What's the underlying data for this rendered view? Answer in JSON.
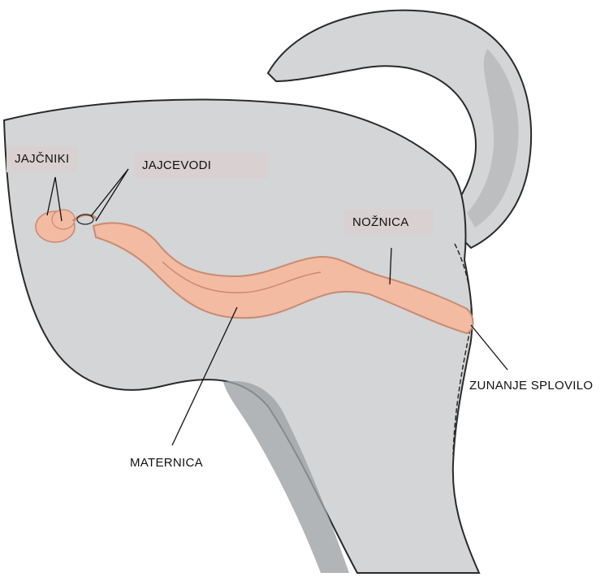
{
  "labels": {
    "ovaries": "JAJČNIKI",
    "oviducts": "JAJCEVODI",
    "vagina": "NOŽNICA",
    "uterus": "MATERNICA",
    "vulva": "ZUNANJE SPLOVILO"
  },
  "colors": {
    "body": "#d3d5d6",
    "body_shadow": "#a9acae",
    "outline": "#2a2a2a",
    "organ": "#f2bba2",
    "organ_dark": "#c98a72",
    "label_box": "#d9d1d1"
  }
}
